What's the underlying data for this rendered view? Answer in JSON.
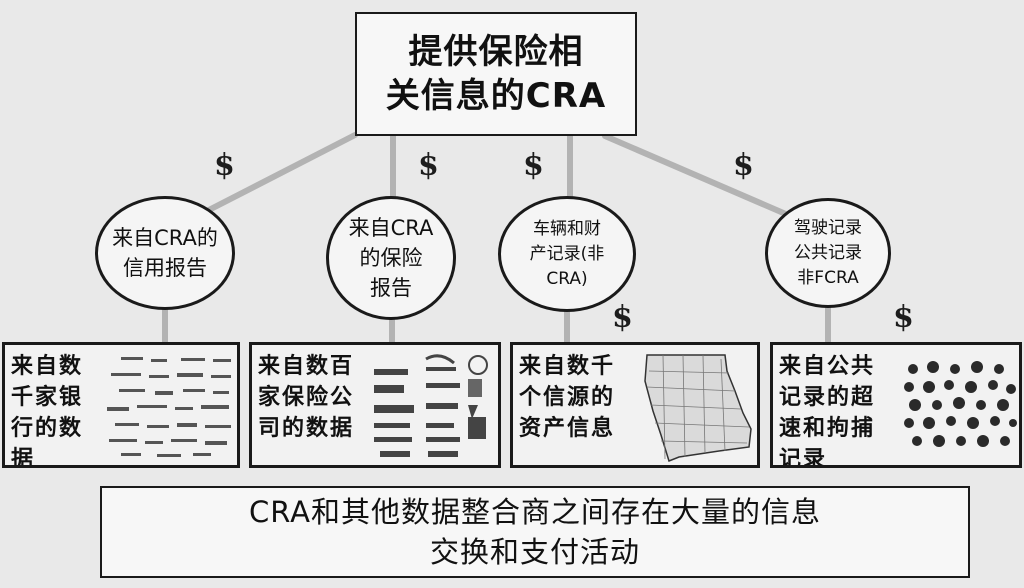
{
  "top": {
    "lines": [
      "提供保险相",
      "关信息的CRA"
    ]
  },
  "dollar_symbol": "$",
  "circles": [
    {
      "lines": [
        "来自CRA的",
        "信用报告"
      ]
    },
    {
      "lines": [
        "来自CRA",
        "的保险",
        "报告"
      ]
    },
    {
      "lines": [
        "车辆和财",
        "产记录(非",
        "CRA)"
      ]
    },
    {
      "lines": [
        "驾驶记录",
        "公共记录",
        "非FCRA"
      ]
    }
  ],
  "sources": [
    {
      "lines": [
        "来自数",
        "千家银",
        "行的数",
        "据"
      ],
      "image": "bank-logos"
    },
    {
      "lines": [
        "来自数百",
        "家保险公",
        "司的数据"
      ],
      "image": "insurance-company-logos"
    },
    {
      "lines": [
        "来自数千",
        "个信源的",
        "资产信息"
      ],
      "image": "county-map"
    },
    {
      "lines": [
        "来自公共",
        "记录的超",
        "速和拘捕",
        "记录"
      ],
      "image": "police-badges"
    }
  ],
  "bottom": {
    "lines": [
      "CRA和其他数据整合商之间存在大量的信息",
      "交换和支付活动"
    ]
  },
  "colors": {
    "background": "#e9e9e9",
    "border": "#1a1a1a",
    "connector": "#b5b5b5"
  }
}
